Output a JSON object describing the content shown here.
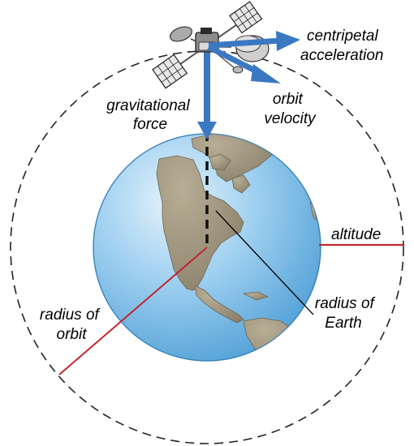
{
  "diagram": {
    "labels": {
      "centripetal_line1": "centripetal",
      "centripetal_line2": "acceleration",
      "gravitational_line1": "gravitational",
      "gravitational_line2": "force",
      "orbit_velocity_line1": "orbit",
      "orbit_velocity_line2": "velocity",
      "altitude": "altitude",
      "radius_orbit_line1": "radius of",
      "radius_orbit_line2": "orbit",
      "radius_earth_line1": "radius of",
      "radius_earth_line2": "Earth"
    },
    "colors": {
      "arrow": "#3a78c2",
      "red_line": "#c0272d",
      "ocean": "#8ec4ea",
      "ocean_highlight": "#d8ecf8",
      "land": "#a59a80",
      "land_dark": "#7d7360",
      "orbit": "#222222"
    },
    "icons": {
      "satellite": "satellite-icon",
      "earth": "earth-globe-icon"
    }
  }
}
